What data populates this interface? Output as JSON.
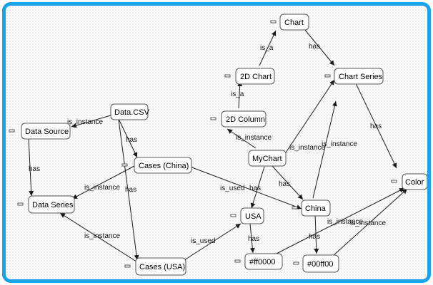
{
  "colors": {
    "frame": "#1aa3e8",
    "node_border": "#555555",
    "edge": "#1a1a1a"
  },
  "nodes": {
    "chart": "Chart",
    "chart2d": "2D Chart",
    "chart_series": "Chart Series",
    "column2d": "2D Column",
    "data_csv": "Data.CSV",
    "data_source": "Data Source",
    "mychart": "MyChart",
    "cases_china": "Cases (China)",
    "color": "Color",
    "data_series": "Data Series",
    "china": "China",
    "usa": "USA",
    "cases_usa": "Cases (USA)",
    "ff0000": "#ff0000",
    "00ff00": "#00ff00"
  },
  "edges": [
    {
      "id": "e1",
      "from": "chart2d",
      "to": "chart",
      "label": "is_a"
    },
    {
      "id": "e2",
      "from": "chart",
      "to": "chart_series",
      "label": "has"
    },
    {
      "id": "e3",
      "from": "column2d",
      "to": "chart2d",
      "label": "is_a"
    },
    {
      "id": "e4",
      "from": "chart_series",
      "to": "color",
      "label": "has"
    },
    {
      "id": "e5",
      "from": "mychart",
      "to": "column2d",
      "label": "is_instance"
    },
    {
      "id": "e6",
      "from": "mychart",
      "to": "chart_series",
      "label": "is_instance"
    },
    {
      "id": "e7",
      "from": "china",
      "to": "chart_series",
      "label": "is_instance"
    },
    {
      "id": "e8",
      "from": "data_csv",
      "to": "data_source",
      "label": "is_instance"
    },
    {
      "id": "e9",
      "from": "data_csv",
      "to": "cases_china",
      "label": "has"
    },
    {
      "id": "e10",
      "from": "data_csv",
      "to": "cases_usa",
      "label": "has"
    },
    {
      "id": "e11",
      "from": "data_source",
      "to": "data_series",
      "label": "has"
    },
    {
      "id": "e12",
      "from": "cases_china",
      "to": "data_series",
      "label": "is_instance"
    },
    {
      "id": "e13",
      "from": "cases_china",
      "to": "china",
      "label": "is_used"
    },
    {
      "id": "e14",
      "from": "mychart",
      "to": "usa",
      "label": "has"
    },
    {
      "id": "e15",
      "from": "mychart",
      "to": "china",
      "label": "has"
    },
    {
      "id": "e16",
      "from": "cases_usa",
      "to": "data_series",
      "label": "is_instance"
    },
    {
      "id": "e17",
      "from": "cases_usa",
      "to": "usa",
      "label": "is_used"
    },
    {
      "id": "e18",
      "from": "usa",
      "to": "ff0000",
      "label": "has"
    },
    {
      "id": "e19",
      "from": "china",
      "to": "00ff00",
      "label": "has"
    },
    {
      "id": "e20",
      "from": "ff0000",
      "to": "color",
      "label": "is_instance"
    },
    {
      "id": "e21",
      "from": "00ff00",
      "to": "color",
      "label": "is_instance"
    }
  ]
}
